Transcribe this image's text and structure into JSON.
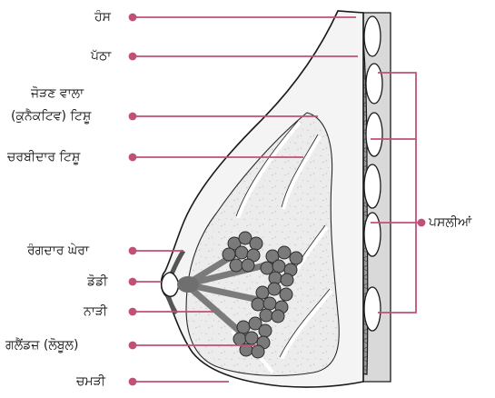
{
  "colors": {
    "leader": "#c0507a",
    "skin_outline": "#1a1a1a",
    "fat": "#ededed",
    "lobe_fill": "#7a7a7a",
    "duct": "#7b7b7b",
    "muscle": "#8a8a8a",
    "rib_band": "#bdbdbd"
  },
  "labels": {
    "hans": "ਹੰਸ",
    "pattha": "ਪੱਠਾ",
    "connective_line1": "ਜੋੜਣ ਵਾਲਾ",
    "connective_line2": "(ਕੁਨੈਕਟਿਵ) ਟਿਸ਼ੂ",
    "fatty_tissue": "ਚਰਬੀਦਾਰ ਟਿਸ਼ੂ",
    "areola": "ਰੰਗਦਾਰ ਘੇਰਾ",
    "nipple": "ਡੋਡੀ",
    "duct": "ਨਾੜੀ",
    "glands": "ਗਲੈਂਡਜ਼ (ਲੋਬੂਲ)",
    "skin": "ਚਮੜੀ",
    "ribs": "ਪਸਲੀਆਂ"
  }
}
